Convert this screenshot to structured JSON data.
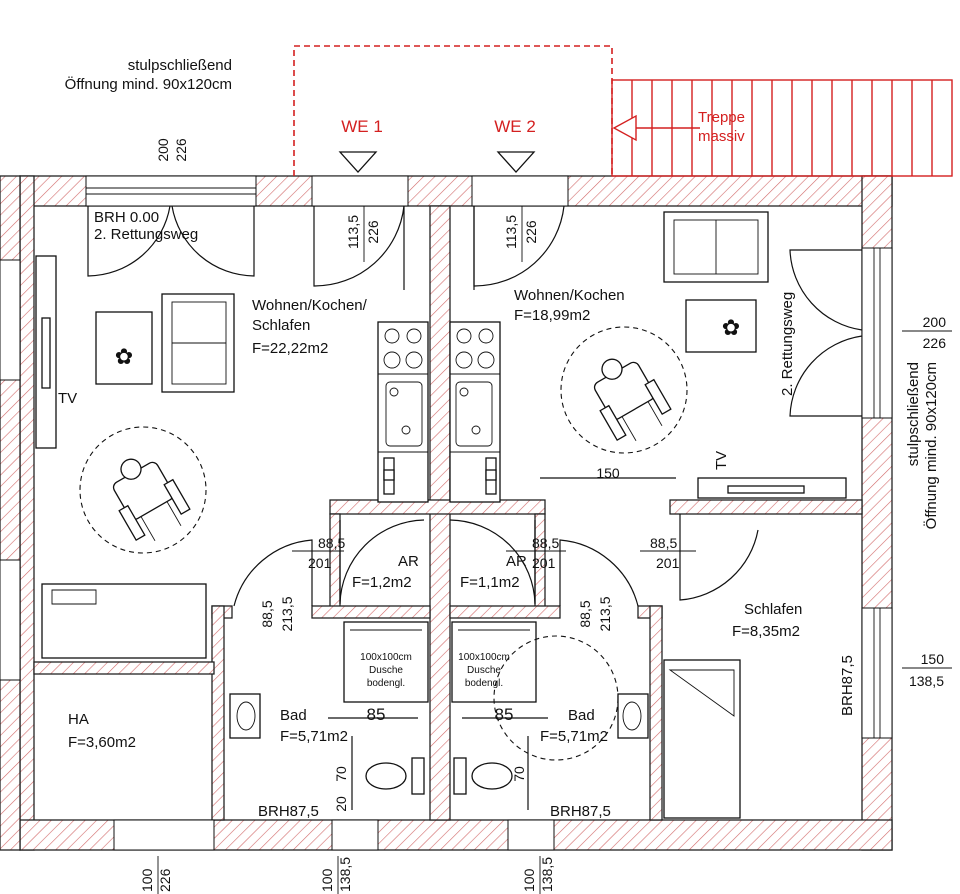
{
  "annotations": {
    "top_left_note_line1": "stulpschließend",
    "top_left_note_line2": "Öffnung mind. 90x120cm",
    "right_note_line1": "stulpschließend",
    "right_note_line2": "Öffnung mind. 90x120cm",
    "we1": "WE 1",
    "we2": "WE 2",
    "stairs_line1": "Treppe",
    "stairs_line2": "massiv",
    "brh_top": "BRH 0.00",
    "rescue_left": "2. Rettungsweg",
    "rescue_right": "2. Rettungsweg",
    "tv_left": "TV",
    "tv_right": "TV",
    "brh_right": "BRH87,5",
    "brh_bad_left": "BRH87,5",
    "brh_bad_right": "BRH87,5",
    "shower_left": [
      "100x100cm",
      "Dusche",
      "bodengl."
    ],
    "shower_right": [
      "100x100cm",
      "Dusche",
      "bodengl."
    ]
  },
  "rooms": {
    "wohnen1_name1": "Wohnen/Kochen/",
    "wohnen1_name2": "Schlafen",
    "wohnen1_area": "F=22,22m2",
    "wohnen2_name": "Wohnen/Kochen",
    "wohnen2_area": "F=18,99m2",
    "ar1_name": "AR",
    "ar1_area": "F=1,2m2",
    "ar2_name": "AR",
    "ar2_area": "F=1,1m2",
    "bad1_name": "Bad",
    "bad1_area": "F=5,71m2",
    "bad2_name": "Bad",
    "bad2_area": "F=5,71m2",
    "schlafen_name": "Schlafen",
    "schlafen_area": "F=8,35m2",
    "ha_name": "HA",
    "ha_area": "F=3,60m2"
  },
  "dims": {
    "win_top_a": "200",
    "win_top_b": "226",
    "door1_a": "113,5",
    "door1_b": "226",
    "door2_a": "113,5",
    "door2_b": "226",
    "win_right_a": "200",
    "win_right_b": "226",
    "win_right2_a": "150",
    "win_right2_b": "138,5",
    "w150": "150",
    "ar1_a": "88,5",
    "ar1_b": "201",
    "ar2_a": "88,5",
    "ar2_b": "201",
    "sch_a": "88,5",
    "sch_b": "201",
    "bad1_a": "88,5",
    "bad1_b": "213,5",
    "bad2_a": "88,5",
    "bad2_b": "213,5",
    "bad1_w": "85",
    "bad2_w": "85",
    "wc1_a": "70",
    "wc1_b": "20",
    "wc2_a": "70",
    "bot_ha_a": "100",
    "bot_ha_b": "226",
    "bot_b1_a": "100",
    "bot_b1_b": "138,5",
    "bot_b2_a": "100",
    "bot_b2_b": "138,5"
  },
  "colors": {
    "accent_red": "#d42020",
    "ink": "#111111"
  }
}
